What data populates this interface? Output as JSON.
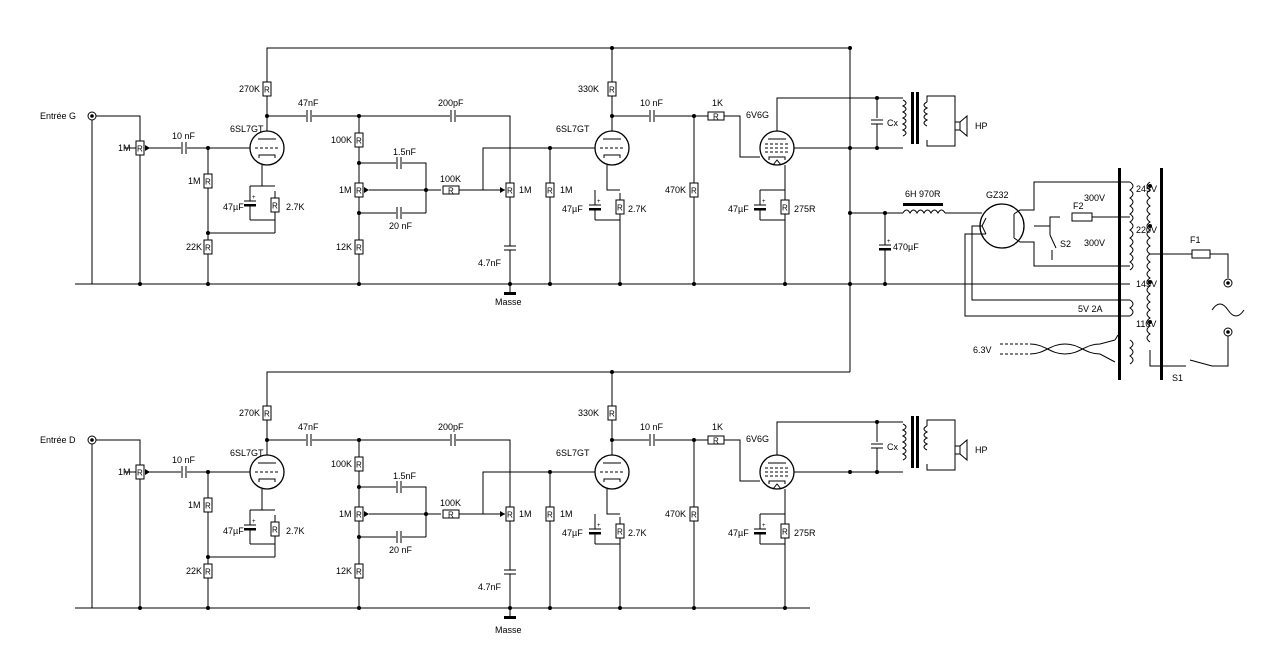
{
  "inputs": {
    "left": "Entrée G",
    "right": "Entrée D"
  },
  "ground": "Masse",
  "stage": {
    "pot_in": "1M",
    "r": "R",
    "c_in": "10 nF",
    "r_grid1": "1M",
    "cap_cath1": "47µF",
    "r_cath1": "2.7K",
    "r_b1": "22K",
    "tube1": "6SL7GT",
    "r_plate1": "270K",
    "c_couple": "47nF",
    "r_tone1": "100K",
    "c_tone1": "1.5nF",
    "pot_tone": "1M",
    "c_tone2": "20 nF",
    "r_tone2": "12K",
    "r_series": "100K",
    "c_fb": "200pF",
    "pot_vol": "1M",
    "c_vol": "4.7nF",
    "r_grid2": "1M",
    "tube2": "6SL7GT",
    "r_plate2": "330K",
    "cap_cath2": "47µF",
    "r_cath2": "2.7K",
    "c_couple2": "10 nF",
    "r_leak": "470K",
    "r_stop": "1K",
    "tube_out": "6V6G",
    "cap_cath3": "47µF",
    "r_cath3": "275R",
    "cx": "Cx",
    "hp": "HP"
  },
  "psu": {
    "choke": "6H 970R",
    "cap": "470µF",
    "rect": "GZ32",
    "fuse2": "F2",
    "sw2": "S2",
    "v300a": "300V",
    "v300b": "300V",
    "v5": "5V 2A",
    "v63": "6.3V",
    "t245": "245V",
    "t220": "220V",
    "t145": "145V",
    "t110": "110V",
    "fuse1": "F1",
    "sw1": "S1"
  }
}
